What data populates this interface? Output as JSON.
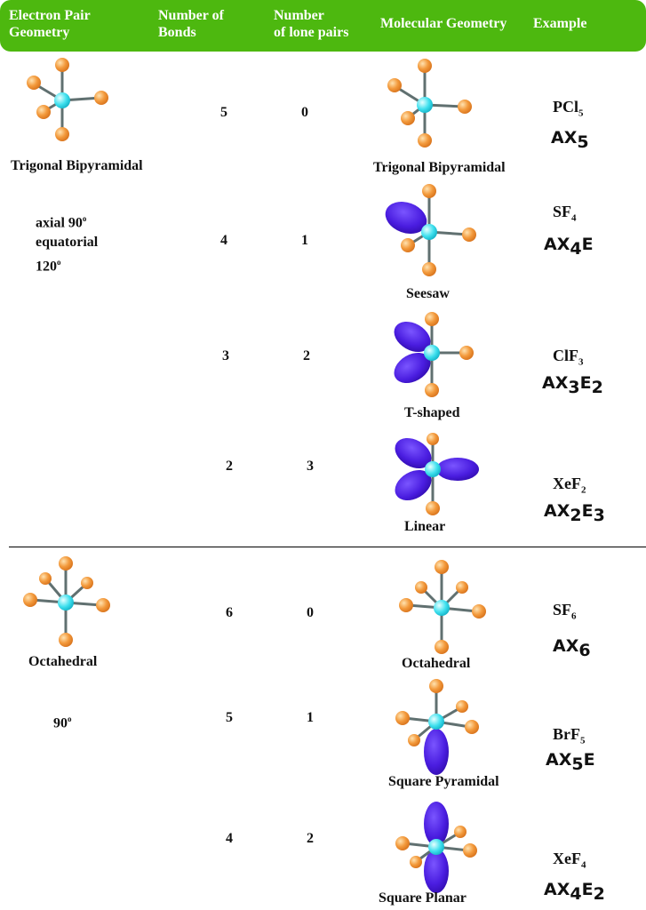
{
  "header": {
    "col1": [
      "Electron Pair",
      "Geometry"
    ],
    "col2": [
      "Number of",
      "Bonds"
    ],
    "col3": [
      "Number",
      "of lone pairs"
    ],
    "col4": "Molecular Geometry",
    "col5": "Example"
  },
  "groups": [
    {
      "electron_geometry": "Trigonal Bipyramidal",
      "angles": [
        "axial 90",
        "equatorial",
        "120"
      ],
      "rows": [
        {
          "bonds": "5",
          "lone_pairs": "0",
          "molecular_geometry": "Trigonal Bipyramidal",
          "formula": {
            "el1": "PCl",
            "sub1": "5",
            "el2": "",
            "sub2": ""
          },
          "axe": {
            "a": "AX",
            "n": "5",
            "e": "",
            "en": ""
          }
        },
        {
          "bonds": "4",
          "lone_pairs": "1",
          "molecular_geometry": "Seesaw",
          "formula": {
            "el1": "SF",
            "sub1": "4",
            "el2": "",
            "sub2": ""
          },
          "axe": {
            "a": "AX",
            "n": "4",
            "e": "E",
            "en": ""
          }
        },
        {
          "bonds": "3",
          "lone_pairs": "2",
          "molecular_geometry": "T-shaped",
          "formula": {
            "el1": "ClF",
            "sub1": "3",
            "el2": "",
            "sub2": ""
          },
          "axe": {
            "a": "AX",
            "n": "3",
            "e": "E",
            "en": "2"
          }
        },
        {
          "bonds": "2",
          "lone_pairs": "3",
          "molecular_geometry": "Linear",
          "formula": {
            "el1": "XeF",
            "sub1": "2",
            "el2": "",
            "sub2": ""
          },
          "axe": {
            "a": "AX",
            "n": "2",
            "e": "E",
            "en": "3"
          }
        }
      ]
    },
    {
      "electron_geometry": "Octahedral",
      "angles": [
        "90"
      ],
      "rows": [
        {
          "bonds": "6",
          "lone_pairs": "0",
          "molecular_geometry": "Octahedral",
          "formula": {
            "el1": "SF",
            "sub1": "6",
            "el2": "",
            "sub2": ""
          },
          "axe": {
            "a": "AX",
            "n": "6",
            "e": "",
            "en": ""
          }
        },
        {
          "bonds": "5",
          "lone_pairs": "1",
          "molecular_geometry": "Square Pyramidal",
          "formula": {
            "el1": "BrF",
            "sub1": "5",
            "el2": "",
            "sub2": ""
          },
          "axe": {
            "a": "AX",
            "n": "5",
            "e": "E",
            "en": ""
          }
        },
        {
          "bonds": "4",
          "lone_pairs": "2",
          "molecular_geometry": "Square Planar",
          "formula": {
            "el1": "XeF",
            "sub1": "4",
            "el2": "",
            "sub2": ""
          },
          "axe": {
            "a": "AX",
            "n": "4",
            "e": "E",
            "en": "2"
          }
        }
      ]
    }
  ],
  "colors": {
    "header_bg": "#4db80f",
    "atom": "#f39a3c",
    "center_atom": "#3fe0ee",
    "lone_pair": "#4a1de0",
    "bond": "#607070"
  }
}
